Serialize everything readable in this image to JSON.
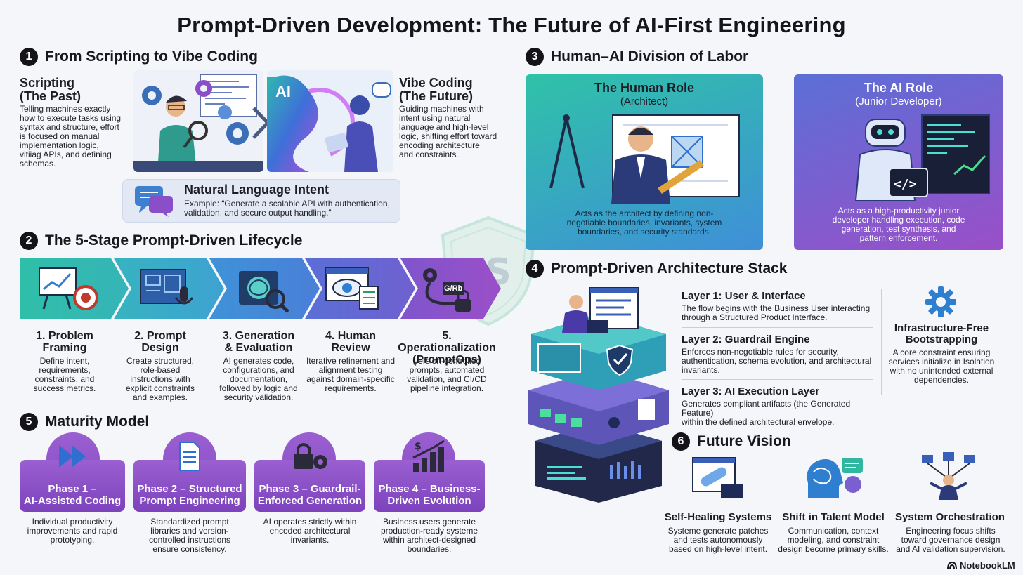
{
  "title": "Prompt-Driven Development: The Future of AI-First Engineering",
  "section1": {
    "number": "1",
    "heading": "From Scripting to Vibe Coding",
    "scripting": {
      "title": "Scripting",
      "subtitle": "(The Past)",
      "lines": [
        "Telling machines exactly",
        "how to execute tasks using",
        "syntax and structure, effort",
        "is focused on manual",
        "implementation logic,",
        "vitiiag APIs, and defining",
        "schemas."
      ]
    },
    "vibe": {
      "title": "Vibe Coding",
      "subtitle": "(The Future)",
      "lines": [
        "Guiding machines with",
        "intent using natural",
        "language and high-level",
        "logic, shifting effort toward",
        "encoding architecture",
        "and constraints."
      ]
    },
    "art_ai_label": "AI",
    "intent": {
      "title": "Natural Language Intent",
      "line1": "Example: “Generate a scalable API with authentication,",
      "line2": "validation, and secure output handling.”"
    }
  },
  "section2": {
    "number": "2",
    "heading": "The 5-Stage Prompt-Driven Lifecycle",
    "stages": [
      {
        "title1": "1. Problem",
        "title2": "Framing",
        "desc": [
          "Define intent,",
          "requirements,",
          "constraints, and",
          "success metrics."
        ],
        "icon": "presentation-target-icon"
      },
      {
        "title1": "2. Prompt",
        "title2": "Design",
        "desc": [
          "Create structured,",
          "role-based",
          "instructions with",
          "explicit constraints",
          "and examples."
        ],
        "icon": "blueprint-microphone-icon"
      },
      {
        "title1": "3. Generation",
        "title2": "& Evaluation",
        "desc": [
          "AI generates code,",
          "configurations, and",
          "documentation,",
          "followed by logic and",
          "security validation."
        ],
        "icon": "brain-magnifier-icon"
      },
      {
        "title1": "4. Human",
        "title2": "Review",
        "desc": [
          "Iterative refinement and",
          "alignment testing",
          "against domain-specific",
          "requirements."
        ],
        "icon": "eye-checklist-icon"
      },
      {
        "title1": "5. Operationalization",
        "title2": "(PromptOps)",
        "desc": [
          "Version-controlled",
          "prompts, automated",
          "validation, and CI/CD",
          "pipeline integration."
        ],
        "icon": "pipeline-lock-icon"
      }
    ],
    "ops_badge": "G/Rb"
  },
  "vs_label": "VS",
  "section5": {
    "number": "5",
    "heading": "Maturity Model",
    "phases": [
      {
        "title1": "Phase 1 –",
        "title2": "AI-Assisted Coding",
        "desc": [
          "Individual productivity",
          "improvements and rapid",
          "prototyping."
        ],
        "icon": "fast-forward-icon"
      },
      {
        "title1": "Phase 2 – Structured",
        "title2": "Prompt Engineering",
        "desc": [
          "Standardized prompt",
          "libraries and version-",
          "controlled instructions",
          "ensure consistency."
        ],
        "icon": "document-icon"
      },
      {
        "title1": "Phase 3 – Guardrail-",
        "title2": "Enforced Generation",
        "desc": [
          "AI operates strictly within",
          "encoded architectural",
          "invariants."
        ],
        "icon": "lock-gear-icon"
      },
      {
        "title1": "Phase 4 – Business-",
        "title2": "Driven Evolution",
        "desc": [
          "Business users generate",
          "production-ready systeme",
          "within architect-designed",
          "boundaries."
        ],
        "icon": "growth-chart-icon"
      }
    ]
  },
  "section3": {
    "number": "3",
    "heading": "Human–AI Division of Labor",
    "human": {
      "title": "The Human Role",
      "subtitle": "(Architect)",
      "desc": [
        "Acts as the architect by defining non-",
        "negotiable boundaries, invariants, system",
        "boundaries, and security standards."
      ]
    },
    "ai": {
      "title": "The AI Role",
      "subtitle": "(Junior Developer)",
      "desc": [
        "Acts as a high-productivity junior",
        "developer handling execution, code",
        "generation, test synthesis, and",
        "pattern enforcement."
      ]
    },
    "code_glyph": "</>"
  },
  "section4": {
    "number": "4",
    "heading": "Prompt-Driven Architecture Stack",
    "layers": [
      {
        "title": "Layer 1: User & Interface",
        "desc": [
          "The flow begins with the Business User interacting",
          "through a Structured Product Interface."
        ]
      },
      {
        "title": "Layer 2: Guardrail Engine",
        "desc": [
          "Enforces non-negotiable rules for security,",
          "authentication, schema evolution, and architectural",
          "invariants."
        ]
      },
      {
        "title": "Layer 3: AI Execution Layer",
        "desc": [
          "Generates compliant artifacts (the Generated Feature)",
          "within the defined architectural envelope."
        ]
      }
    ],
    "infra": {
      "title1": "Infrastructure-Free",
      "title2": "Bootstrapping",
      "desc": [
        "A core constraint ensuring",
        "services initialize in Isolation",
        "with no unintended external",
        "dependencies."
      ]
    }
  },
  "section6": {
    "number": "6",
    "heading": "Future Vision",
    "items": [
      {
        "title": "Self-Healing Systems",
        "desc": [
          "Systeme generate patches",
          "and tests autonomously",
          "based on high-level intent."
        ],
        "icon": "bandage-code-icon"
      },
      {
        "title": "Shift in Talent Model",
        "desc": [
          "Communication, context",
          "modeling, and constraint",
          "design become primary skills."
        ],
        "icon": "head-chat-icon"
      },
      {
        "title": "System Orchestration",
        "desc": [
          "Engineering focus shifts",
          "toward governance design",
          "and AI validation supervision."
        ],
        "icon": "orchestration-icon"
      }
    ]
  },
  "branding": "NotebookLM",
  "colors": {
    "teal": "#2fb8b0",
    "blue": "#3f8fd8",
    "purple": "#8a4fc8",
    "dark": "#15151d"
  }
}
